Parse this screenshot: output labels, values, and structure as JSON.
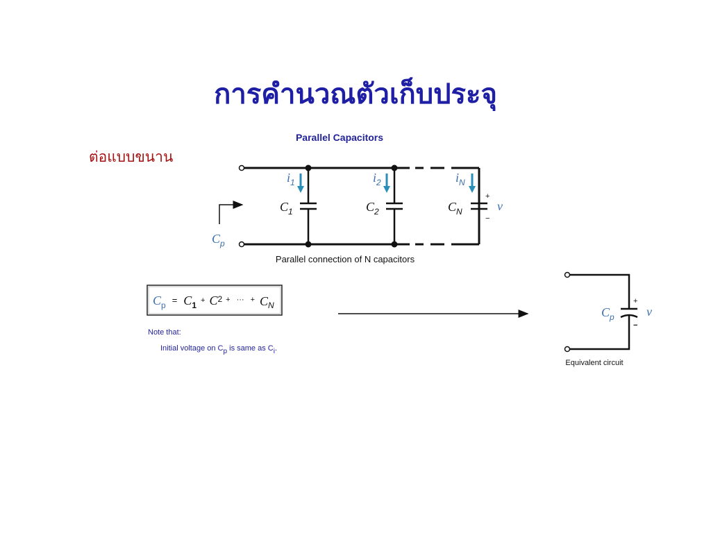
{
  "slide": {
    "title": "การคำนวณตัวเก็บประจุ",
    "subheading": "ต่อแบบขนาน"
  },
  "diagram": {
    "caption_top": "Parallel Capacitors",
    "caption_bottom": "Parallel connection of N capacitors",
    "equivalent_label": "Equivalent circuit",
    "branches": [
      {
        "current": "i",
        "current_sub": "1",
        "cap": "C",
        "cap_sub": "1"
      },
      {
        "current": "i",
        "current_sub": "2",
        "cap": "C",
        "cap_sub": "2"
      },
      {
        "current": "i",
        "current_sub": "N",
        "cap": "C",
        "cap_sub": "N"
      }
    ],
    "cp_symbol": "C",
    "cp_sub": "p",
    "voltage": "v",
    "plus": "+",
    "minus": "−",
    "formula": {
      "lhs": "C",
      "lhs_sub": "p",
      "eq": "=",
      "terms": [
        {
          "sym": "C",
          "sub": "1",
          "op": "+"
        },
        {
          "sym": "C",
          "sub": "2",
          "op": "+"
        },
        {
          "sym": "···",
          "sub": "",
          "op": "+"
        },
        {
          "sym": "C",
          "sub": "N",
          "op": ""
        }
      ]
    },
    "note_title": "Note that:",
    "note_pre": "Initial voltage on C",
    "note_pre_sub": "p",
    "note_post": " is same as C",
    "note_post_sub": "i",
    "note_end": "."
  },
  "colors": {
    "title": "#1f1fa6",
    "subheading": "#a51010",
    "arrow_blue": "#2a8fb8",
    "math_blue": "#3a6fb0",
    "wire": "#111111"
  }
}
